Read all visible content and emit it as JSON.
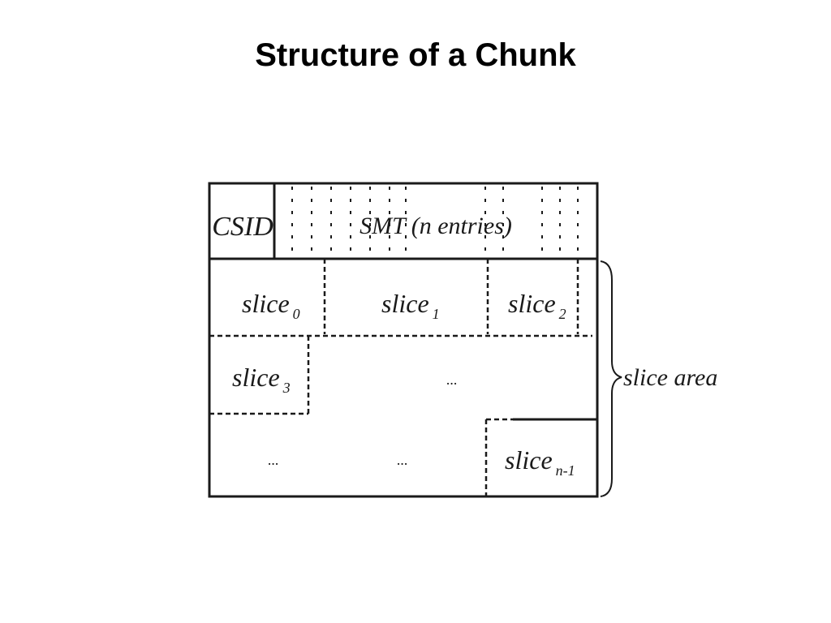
{
  "slide": {
    "title": "Structure of a Chunk"
  },
  "diagram": {
    "header": {
      "csid_label": "CSID",
      "smt_label": "SMT (n entries)"
    },
    "slices": [
      {
        "label": "slice",
        "subscript": "0"
      },
      {
        "label": "slice",
        "subscript": "1"
      },
      {
        "label": "slice",
        "subscript": "2"
      },
      {
        "label": "slice",
        "subscript": "3"
      },
      {
        "label": "slice",
        "subscript": "n-1"
      }
    ],
    "ellipses": [
      "...",
      "...",
      "..."
    ],
    "brace_label": "slice area"
  },
  "colors": {
    "line": "#1a1a1a",
    "background": "#ffffff"
  }
}
